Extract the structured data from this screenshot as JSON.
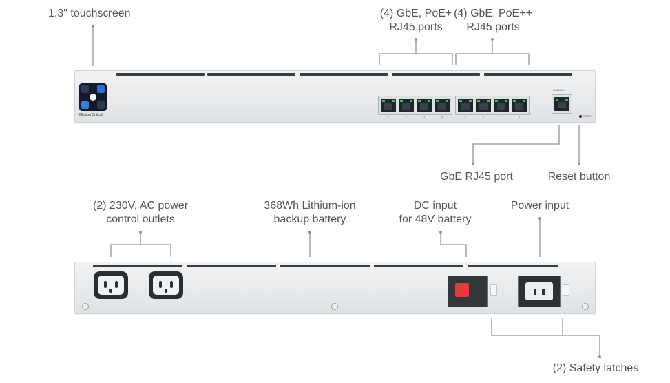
{
  "top_labels": {
    "touchscreen": "1.3\" touchscreen",
    "poe_plus_line1": "(4) GbE, PoE+",
    "poe_plus_line2": "RJ45 ports",
    "poe_plusplus_line1": "(4) GbE, PoE++",
    "poe_plusplus_line2": "RJ45 ports",
    "gbe_port": "GbE RJ45 port",
    "reset_button": "Reset button"
  },
  "bottom_labels": {
    "outlets_line1": "(2) 230V, AC power",
    "outlets_line2": "control outlets",
    "battery_line1": "368Wh Lithium-ion",
    "battery_line2": "backup battery",
    "dc_line1": "DC input",
    "dc_line2": "for 48V battery",
    "power_input": "Power input",
    "safety_latches": "(2) Safety latches"
  },
  "front_panel": {
    "brand": "Mission Critical",
    "port_labels": [
      "1",
      "2",
      "3",
      "4",
      "5",
      "6",
      "7",
      "8"
    ],
    "wan_label": "WAN/LAN",
    "reset_text": "RESET"
  },
  "colors": {
    "port_led": "#3ec24d",
    "screen": "#111a2c",
    "dc_input": "#e33b3b"
  }
}
